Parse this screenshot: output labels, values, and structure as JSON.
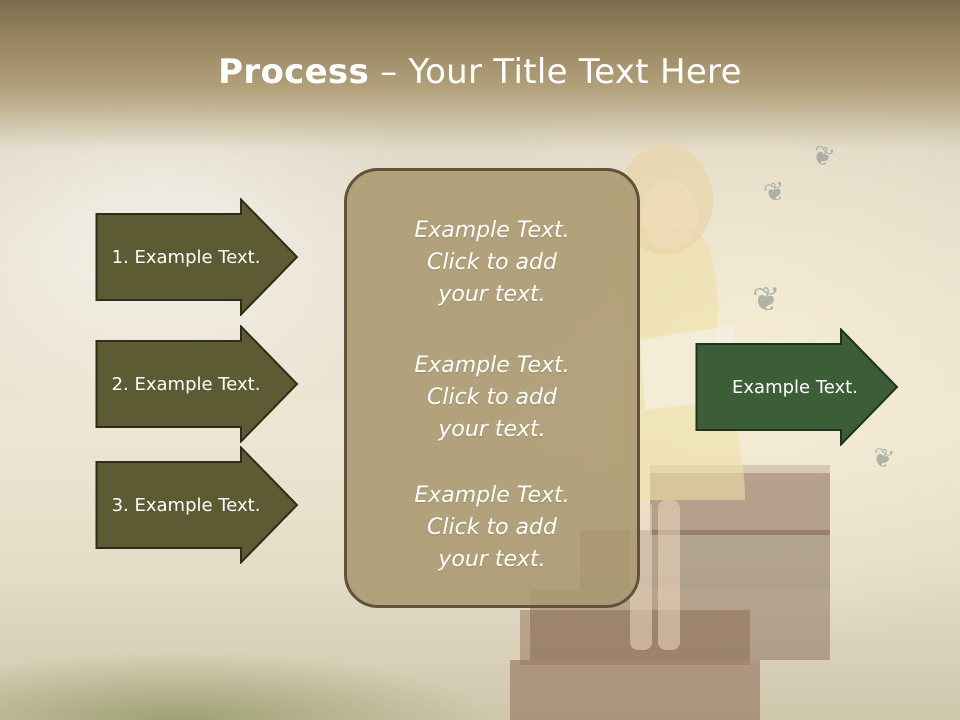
{
  "slide": {
    "title_bold": "Process",
    "title_rest": " – Your Title Text Here"
  },
  "steps": [
    {
      "label": "1. Example Text."
    },
    {
      "label": "2. Example Text."
    },
    {
      "label": "3. Example Text."
    }
  ],
  "center": {
    "items": [
      {
        "line1": "Example Text.",
        "line2": "Click  to add",
        "line3": "your text."
      },
      {
        "line1": "Example Text.",
        "line2": "Click  to add",
        "line3": "your text."
      },
      {
        "line1": "Example Text.",
        "line2": "Click  to add",
        "line3": "your text."
      }
    ]
  },
  "result": {
    "label": "Example Text."
  },
  "colors": {
    "step_arrow_fill": "#5d5b33",
    "result_arrow_fill": "#3b5e36",
    "center_box_fill": "#aa9970",
    "title_band": "#8f7e58"
  },
  "icons": [
    "butterfly-icon"
  ]
}
